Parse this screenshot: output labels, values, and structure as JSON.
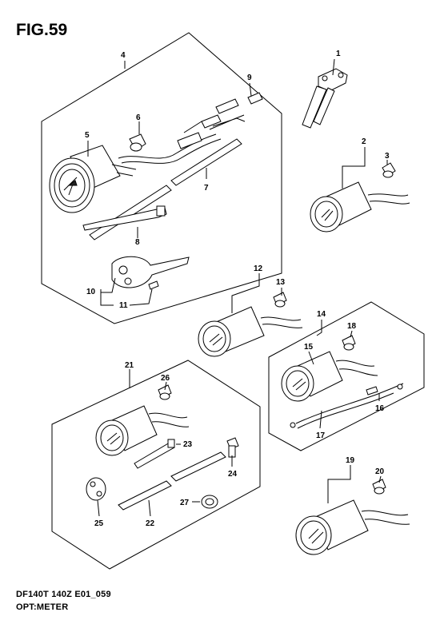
{
  "figure": {
    "title": "FIG.59",
    "model_code": "DF140T 140Z E01_059",
    "caption": "OPT:METER"
  },
  "callouts": [
    "1",
    "2",
    "3",
    "4",
    "5",
    "6",
    "7",
    "8",
    "9",
    "10",
    "11",
    "12",
    "13",
    "14",
    "15",
    "16",
    "17",
    "18",
    "19",
    "20",
    "21",
    "22",
    "23",
    "24",
    "25",
    "26",
    "27"
  ]
}
